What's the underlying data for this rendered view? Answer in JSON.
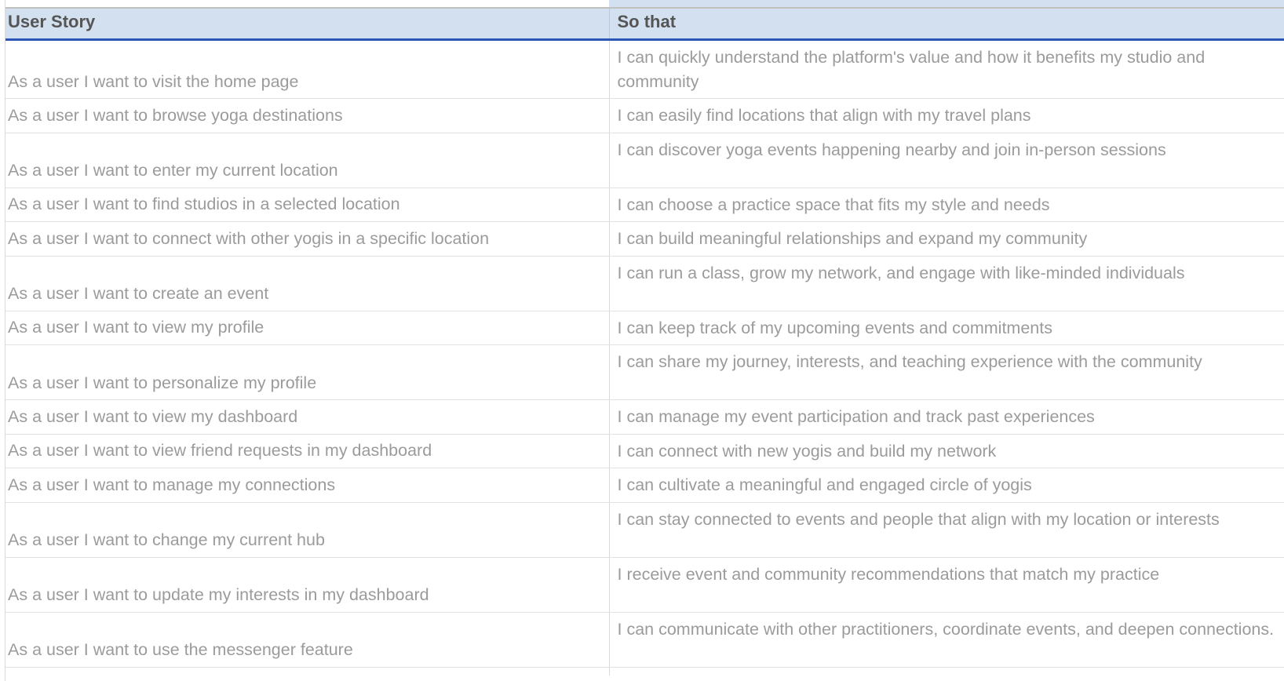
{
  "table": {
    "columns": [
      {
        "key": "user_story",
        "label": "User Story"
      },
      {
        "key": "so_that",
        "label": "So that"
      }
    ],
    "header_bg": "#d3e0f0",
    "header_text_color": "#555555",
    "header_underline_color": "#2b56b5",
    "body_text_color": "#9b9b9b",
    "grid_line_color": "#e2e2e2",
    "rows": [
      {
        "user_story": "As a user I want to visit the home page",
        "so_that": "I can quickly understand the platform's value and how it benefits my studio and community"
      },
      {
        "user_story": "As a user I want to browse yoga destinations",
        "so_that": "I can easily find locations that align with my travel plans"
      },
      {
        "user_story": "As a user I want to enter my current location",
        "so_that": "I can discover yoga events happening nearby and join in-person sessions"
      },
      {
        "user_story": "As a user I want to find studios in a selected location",
        "so_that": "I can choose a practice space that fits my style and needs"
      },
      {
        "user_story": "As a user I want to connect with other yogis in a specific location",
        "so_that": "I can build meaningful relationships and expand my community"
      },
      {
        "user_story": "As a user I want to create an event",
        "so_that": "I can run a class, grow my network, and engage with like-minded individuals"
      },
      {
        "user_story": "As a user I want to view my profile",
        "so_that": "I can keep track of my upcoming events and commitments"
      },
      {
        "user_story": "As a user I want to personalize my profile",
        "so_that": "I can share my journey, interests, and teaching experience with the community"
      },
      {
        "user_story": "As a user I want to view my dashboard",
        "so_that": "I can manage my event participation and track past experiences"
      },
      {
        "user_story": "As a user I want to view friend requests in my dashboard",
        "so_that": "I can connect with new yogis and build my network"
      },
      {
        "user_story": "As a user I want to manage my connections",
        "so_that": "I can cultivate a meaningful and engaged circle of yogis"
      },
      {
        "user_story": "As a user I want to change my current hub",
        "so_that": "I can stay connected to events and people that align with my location or interests"
      },
      {
        "user_story": "As a user I want to update my interests in my dashboard",
        "so_that": "I receive event and community recommendations that match my practice"
      },
      {
        "user_story": "As a user I want to use the messenger feature",
        "so_that": "I can communicate with other practitioners, coordinate events, and deepen connections."
      }
    ]
  }
}
